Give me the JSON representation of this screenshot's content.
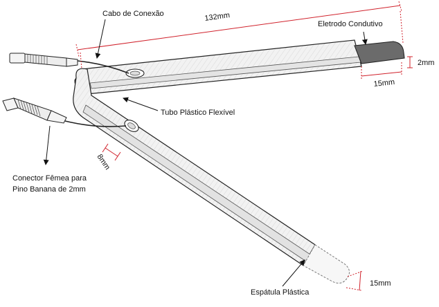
{
  "labels": {
    "cable": "Cabo de Conexão",
    "electrode": "Eletrodo Condutivo",
    "tube": "Tubo Plástico Flexível",
    "connector_line1": "Conector Fêmea para",
    "connector_line2": "Pino Banana de 2mm",
    "spatula": "Espátula Plástica"
  },
  "dimensions": {
    "length": "132mm",
    "thickness": "2mm",
    "electrode_width": "15mm",
    "spatula_width": "15mm",
    "hole_offset": "8mm"
  },
  "colors": {
    "dimension_line": "#d0202a",
    "outline": "#222222",
    "body_fill": "#efefef",
    "electrode_fill": "#6b6b6b"
  }
}
